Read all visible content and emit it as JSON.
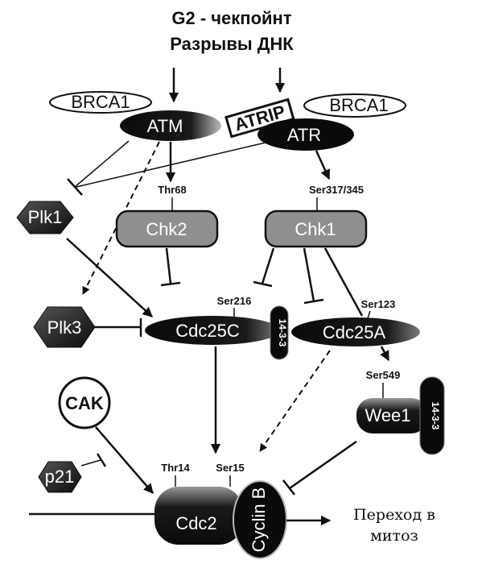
{
  "header": {
    "line1": "G2 - чекпойнт",
    "line2": "Разрывы ДНК"
  },
  "proteins": {
    "brca1_left": "BRCA1",
    "brca1_right": "BRCA1",
    "atrip": "ATRIP",
    "atm": "ATM",
    "atr": "ATR",
    "plk1": "Plk1",
    "plk3": "Plk3",
    "chk2": "Chk2",
    "chk1": "Chk1",
    "cdc25c": "Cdc25C",
    "cdc25a": "Cdc25A",
    "protein_14_3_3_a": "14-3-3",
    "protein_14_3_3_b": "14-3-3",
    "wee1": "Wee1",
    "cak": "CAK",
    "p21": "p21",
    "cdc2": "Cdc2",
    "cyclin_b": "Cyclin B"
  },
  "sites": {
    "thr68": "Thr68",
    "ser317_345": "Ser317/345",
    "ser216": "Ser216",
    "ser123": "Ser123",
    "ser549": "Ser549",
    "thr14": "Thr14",
    "ser15": "Ser15"
  },
  "outcome": {
    "line1": "Переход в",
    "line2": "митоз"
  }
}
